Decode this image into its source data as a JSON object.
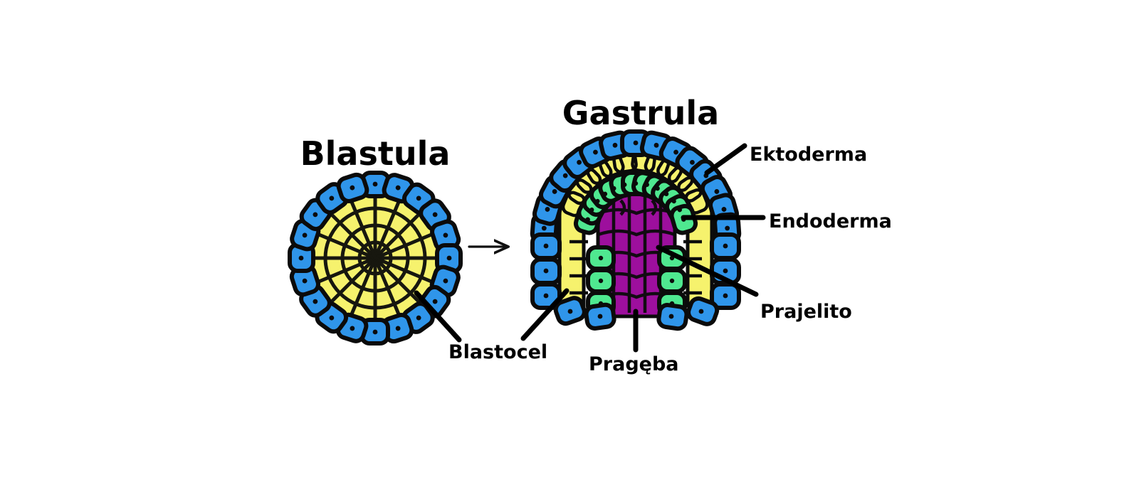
{
  "figure": {
    "background_color": "#ffffff",
    "kind": "embryo-development-diagram",
    "language": "Polish"
  },
  "titles": {
    "blastula": "Blastula",
    "gastrula": "Gastrula"
  },
  "labels": {
    "blastocel": "Blastocel",
    "prageba": "Pragęba",
    "ektoderma": "Ektoderma",
    "endoderma": "Endoderma",
    "prajelito": "Prajelito"
  },
  "arrow": {
    "name": "transition-arrow",
    "direction": "right"
  },
  "colors": {
    "outline": "#0b0b0b",
    "blue_cell": "#2f95ea",
    "blue_cell_dark": "#1a74c8",
    "yellow_cell": "#f6f26d",
    "yellow_cell_dark": "#e6dd44",
    "green_cell": "#4fe890",
    "green_cell_dark": "#2fce72",
    "purple_cell": "#9d0f9d",
    "purple_cell_dark": "#7a0b7a",
    "text": "#000000"
  },
  "legend_meaning": {
    "blue": "Ektoderma (outer cell layer)",
    "yellow": "Blastocel / inner yolk cells",
    "green": "Endoderma (inner cell layer)",
    "purple": "Prajelito (archenteron cavity)"
  },
  "structures": [
    {
      "id": "blastula",
      "title": "Blastula",
      "layers": [
        "blue_cell",
        "yellow_cell"
      ],
      "labels": [
        "Blastocel"
      ]
    },
    {
      "id": "gastrula",
      "title": "Gastrula",
      "layers": [
        "blue_cell",
        "yellow_cell",
        "green_cell",
        "purple_cell"
      ],
      "labels": [
        "Ektoderma",
        "Endoderma",
        "Prajelito",
        "Pragęba",
        "Blastocel"
      ]
    }
  ]
}
